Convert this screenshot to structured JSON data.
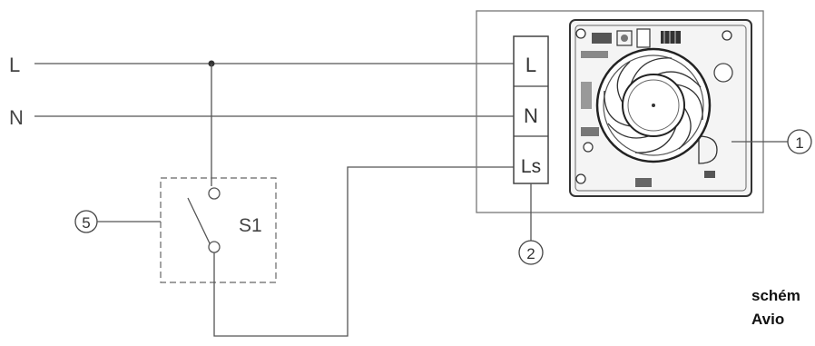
{
  "lines": {
    "l": "L",
    "n": "N"
  },
  "terminal_block": {
    "terminals": [
      "L",
      "N",
      "Ls"
    ]
  },
  "switch": {
    "label": "S1"
  },
  "callouts": {
    "fan_unit": "1",
    "terminal_block": "2",
    "switch": "5"
  },
  "caption": {
    "line1": "schém",
    "line2": "Avio"
  }
}
